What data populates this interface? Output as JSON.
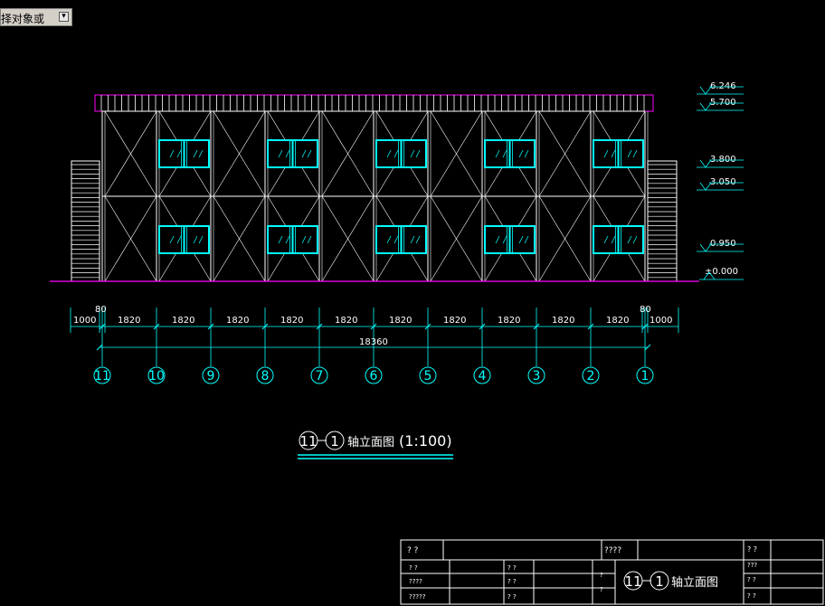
{
  "command_bar": {
    "text": "择对象或",
    "dropdown_icon": "dropdown-arrow-icon"
  },
  "levels": [
    "6.246",
    "5.700",
    "3.800",
    "3.050",
    "0.950",
    "±0.000"
  ],
  "dimensions": {
    "edge_left": "1000",
    "edge_right": "1000",
    "offset_left": "80",
    "offset_right": "80",
    "bays": [
      "1820",
      "1820",
      "1820",
      "1820",
      "1820",
      "1820",
      "1820",
      "1820",
      "1820",
      "1820"
    ],
    "total": "18360"
  },
  "axes": [
    "11",
    "10",
    "9",
    "8",
    "7",
    "6",
    "5",
    "4",
    "3",
    "2",
    "1"
  ],
  "drawing_title": {
    "axis_from": "11",
    "axis_to": "1",
    "label": "轴立面图",
    "scale": "(1:100)"
  },
  "title_block": {
    "r1_c1": "? ?",
    "r1_c3": "????",
    "r1_c5": "? ?",
    "r2_c1": "? ?",
    "r2_c2": "? ?",
    "r2_c4": "???",
    "r3_c1": "????",
    "r3_c2": "? ?",
    "r3_c3": "?",
    "r3_c4": "? ?",
    "r4_c1": "?????",
    "r4_c2": "? ?",
    "r4_c3": "?",
    "r4_c4": "? ?",
    "name_axis_from": "11",
    "name_axis_to": "1",
    "name_label": "轴立面图"
  },
  "colors": {
    "frame": "#ffffff",
    "window": "#00ffff",
    "ground": "#ff00ff",
    "dim_line": "#00ffff",
    "level_mark": "#00ffff"
  }
}
